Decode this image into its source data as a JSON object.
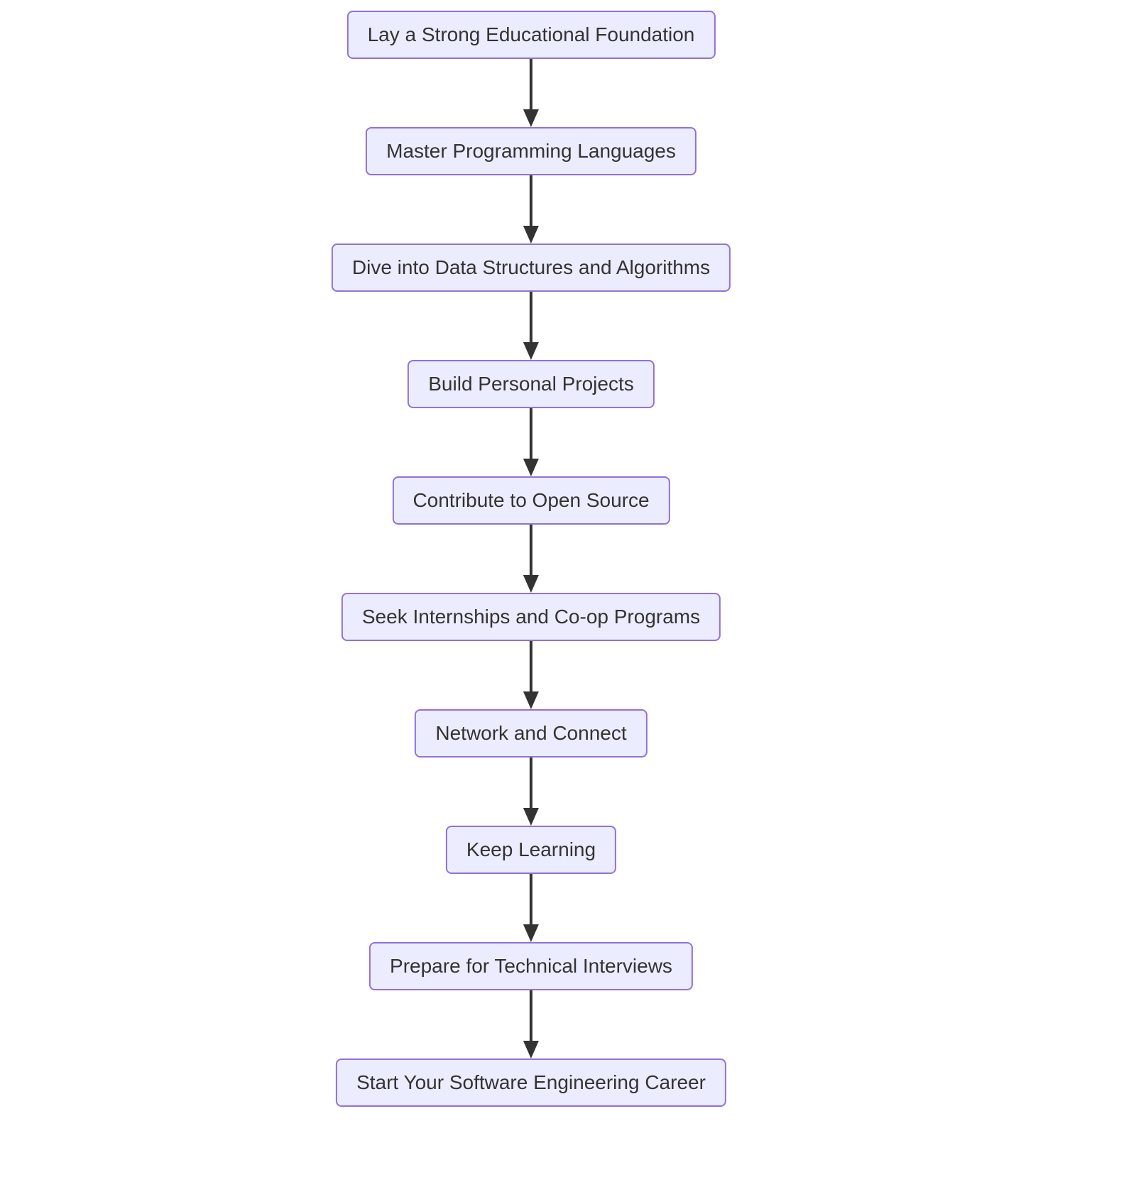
{
  "diagram": {
    "type": "flowchart",
    "direction": "top-down",
    "steps": [
      {
        "id": "step-1",
        "label": "Lay a Strong Educational Foundation"
      },
      {
        "id": "step-2",
        "label": "Master Programming Languages"
      },
      {
        "id": "step-3",
        "label": "Dive into Data Structures and Algorithms"
      },
      {
        "id": "step-4",
        "label": "Build Personal Projects"
      },
      {
        "id": "step-5",
        "label": "Contribute to Open Source"
      },
      {
        "id": "step-6",
        "label": "Seek Internships and Co-op Programs"
      },
      {
        "id": "step-7",
        "label": "Network and Connect"
      },
      {
        "id": "step-8",
        "label": "Keep Learning"
      },
      {
        "id": "step-9",
        "label": "Prepare for Technical Interviews"
      },
      {
        "id": "step-10",
        "label": "Start Your Software Engineering Career"
      }
    ],
    "connections": [
      [
        "step-1",
        "step-2"
      ],
      [
        "step-2",
        "step-3"
      ],
      [
        "step-3",
        "step-4"
      ],
      [
        "step-4",
        "step-5"
      ],
      [
        "step-5",
        "step-6"
      ],
      [
        "step-6",
        "step-7"
      ],
      [
        "step-7",
        "step-8"
      ],
      [
        "step-8",
        "step-9"
      ],
      [
        "step-9",
        "step-10"
      ]
    ],
    "colors": {
      "node_fill": "#ECECFF",
      "node_border": "#9370DB",
      "text": "#333333",
      "arrow": "#333333",
      "background": "#FFFFFF"
    }
  }
}
